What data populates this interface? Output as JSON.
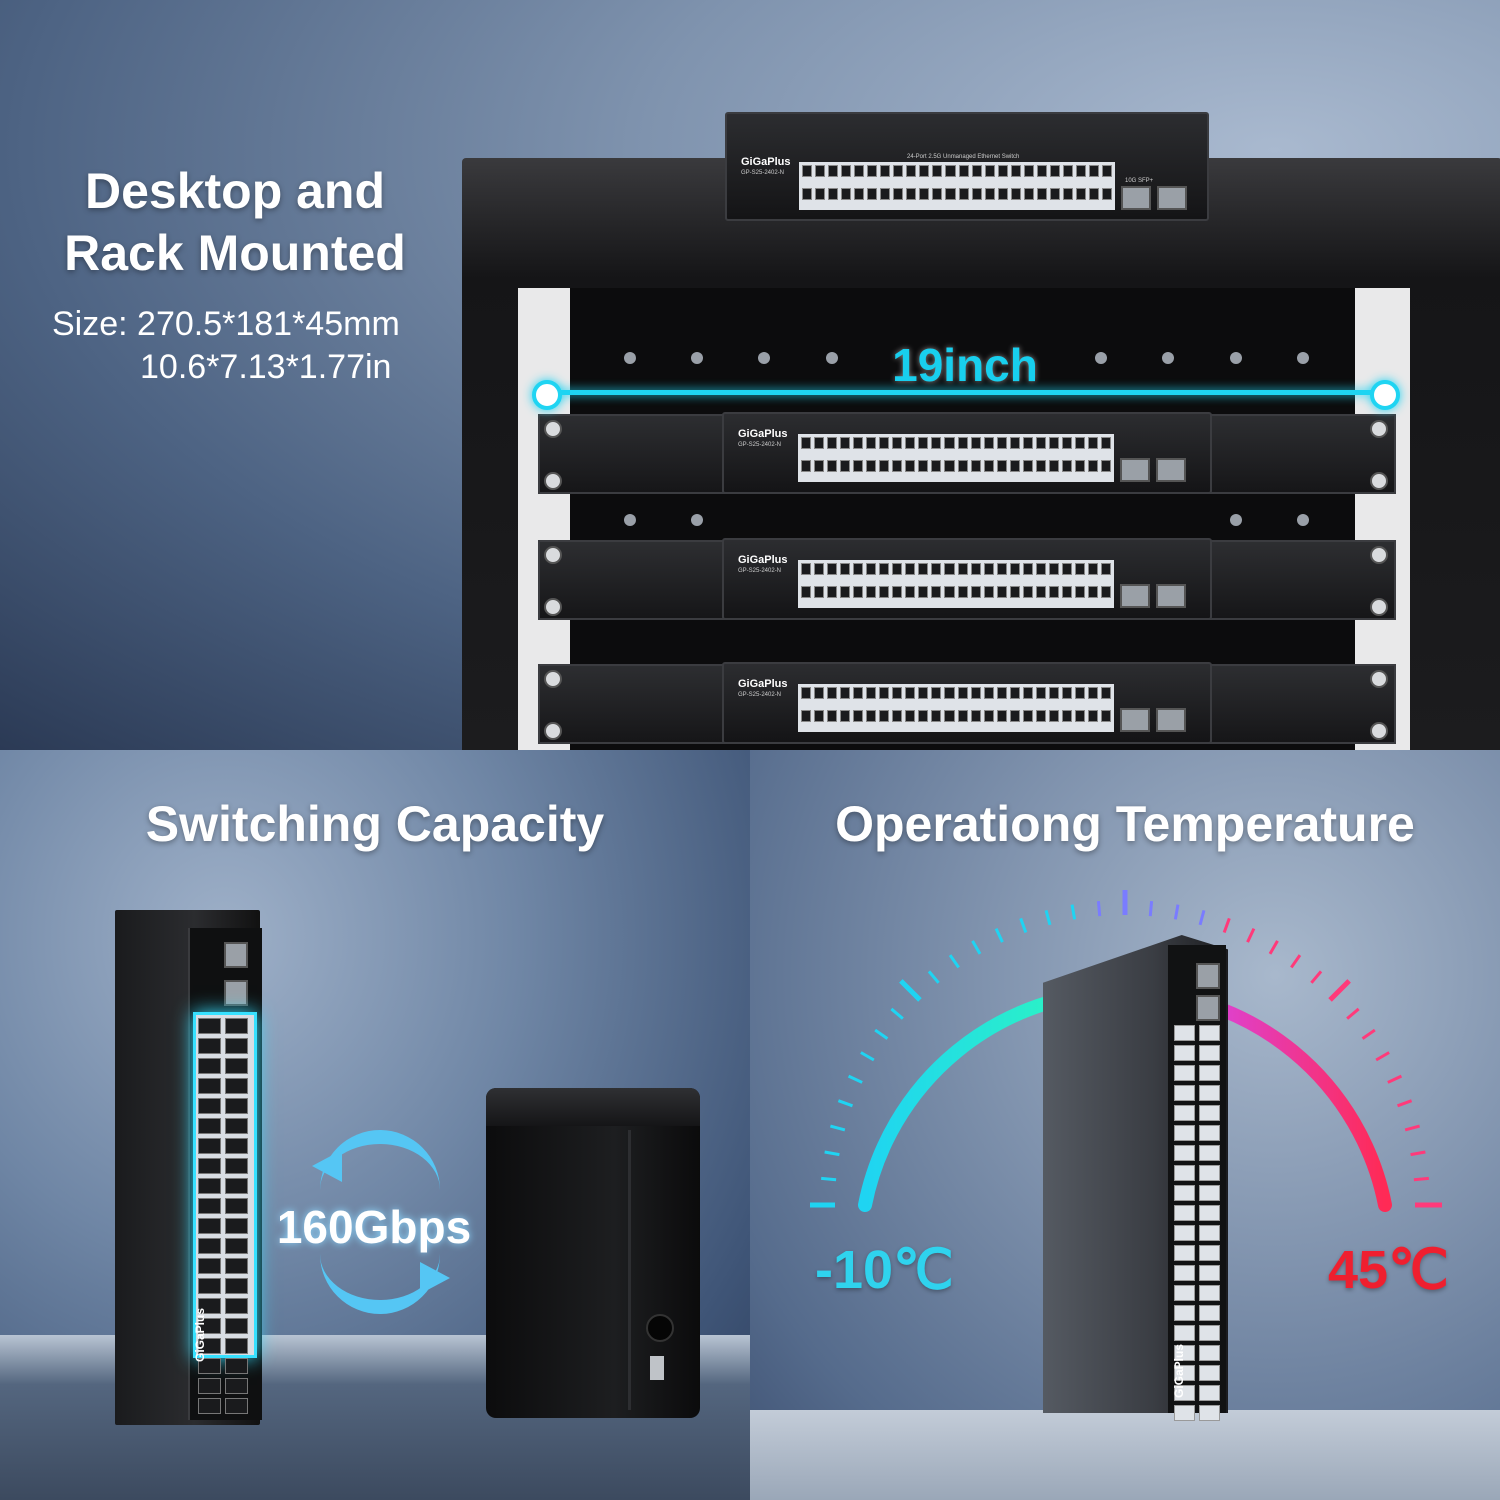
{
  "top": {
    "title_line1": "Desktop and",
    "title_line2": "Rack Mounted",
    "size_line1": "Size: 270.5*181*45mm",
    "size_line2": "10.6*7.13*1.77in",
    "measure_label": "19inch"
  },
  "switch": {
    "brand": "GiGaPlus",
    "model": "GP-S25-2402-N",
    "caption": "24-Port 2.5G Unmanaged Ethernet Switch",
    "sfp_label": "10G SFP+"
  },
  "bottom_left": {
    "title": "Switching Capacity",
    "speed": "160Gbps"
  },
  "bottom_right": {
    "title": "Operationg Temperature",
    "temp_min": "-10℃",
    "temp_max": "45℃"
  },
  "colors": {
    "accent_cyan": "#1fd4f2",
    "accent_red": "#ef1f2f",
    "accent_pink": "#e040c8"
  }
}
